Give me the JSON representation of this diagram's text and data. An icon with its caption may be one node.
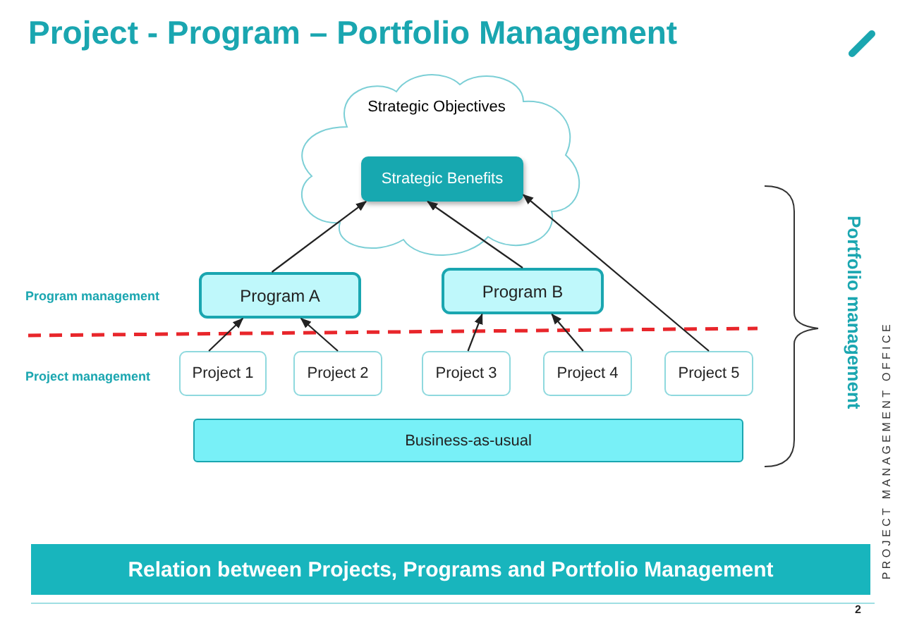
{
  "diagram": {
    "title": "Project - Program – Portfolio Management",
    "nodes": [
      {
        "text": [
          "Strategic Objectives"
        ]
      },
      {
        "text": [
          "Strategic Benefits"
        ],
        "in": 0
      },
      {
        "text": [
          "Program A"
        ]
      },
      {
        "text": [
          "Program B"
        ]
      },
      {
        "text": [
          "Project 1"
        ]
      },
      {
        "text": [
          "Project 2"
        ]
      },
      {
        "text": [
          "Project 3"
        ]
      },
      {
        "text": [
          "Project 4"
        ]
      },
      {
        "text": [
          "Project 5"
        ]
      },
      {
        "text": [
          "Business-as-usual"
        ]
      },
      {
        "text": [
          "Relation between Projects, Programs and Portfolio Management"
        ]
      }
    ],
    "edges": [
      {
        "from": 2,
        "to": 1,
        "arrow": "to"
      },
      {
        "from": 3,
        "to": 1,
        "arrow": "to"
      },
      {
        "from": 8,
        "to": 1,
        "arrow": "to"
      },
      {
        "from": 4,
        "to": 2,
        "arrow": "to"
      },
      {
        "from": 5,
        "to": 2,
        "arrow": "to"
      },
      {
        "from": 6,
        "to": 3,
        "arrow": "to"
      },
      {
        "from": 7,
        "to": 3,
        "arrow": "to"
      }
    ],
    "labels": [
      "Program management",
      "Project management",
      "Portfolio management",
      "PROJECT MANAGEMENT OFFICE",
      "2"
    ]
  }
}
